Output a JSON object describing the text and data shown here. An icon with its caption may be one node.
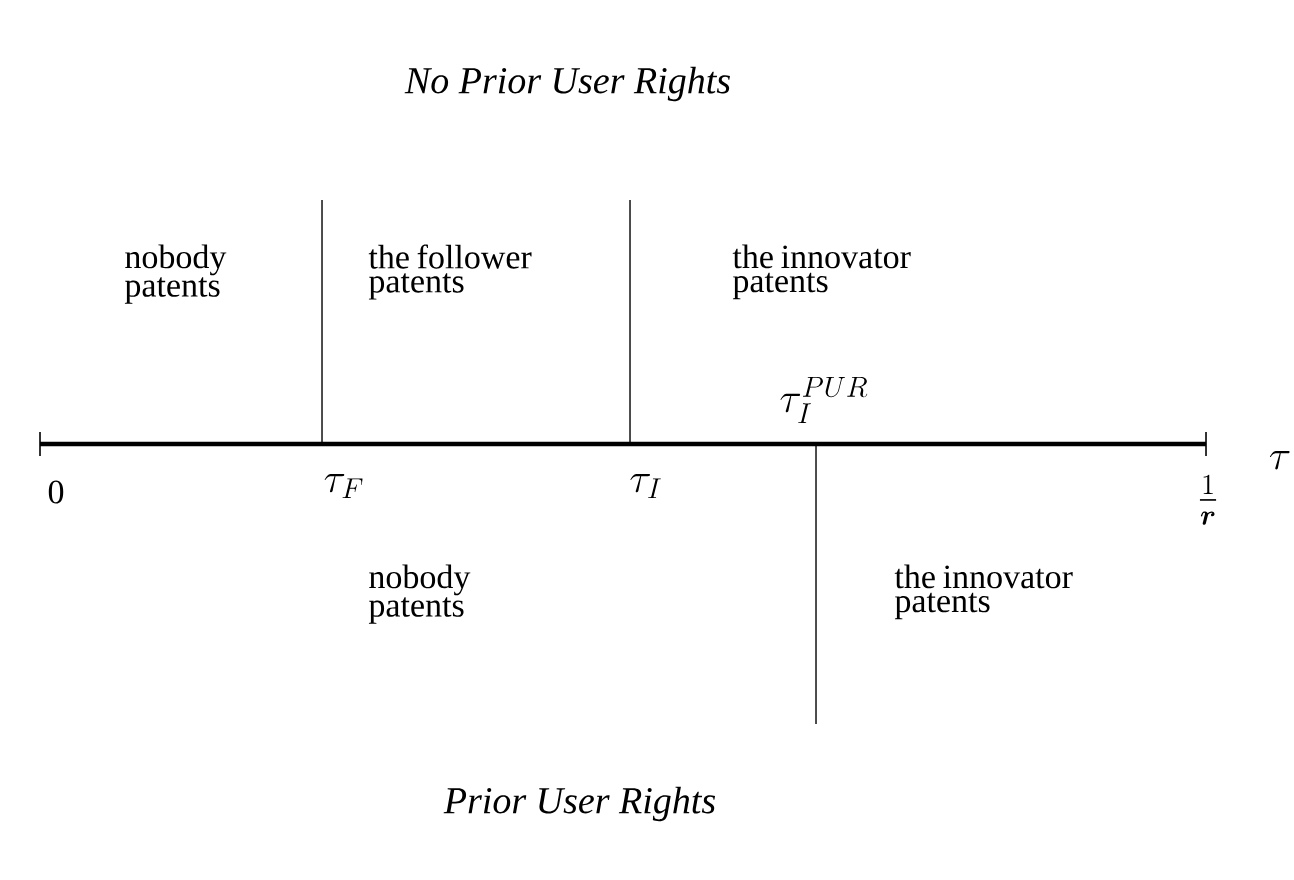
{
  "diagram": {
    "labels": [
      "No Prior User Rights",
      "nobody patents",
      "the follower patents",
      "the innovator patents",
      "\\tau_I^{PUR}",
      "\\tau",
      "0",
      "\\tau_F",
      "\\tau_I",
      "\\frac{1}{\\boldsymbol{r}}",
      "nobody patents",
      "the innovator patents",
      "Prior User Rights"
    ]
  }
}
